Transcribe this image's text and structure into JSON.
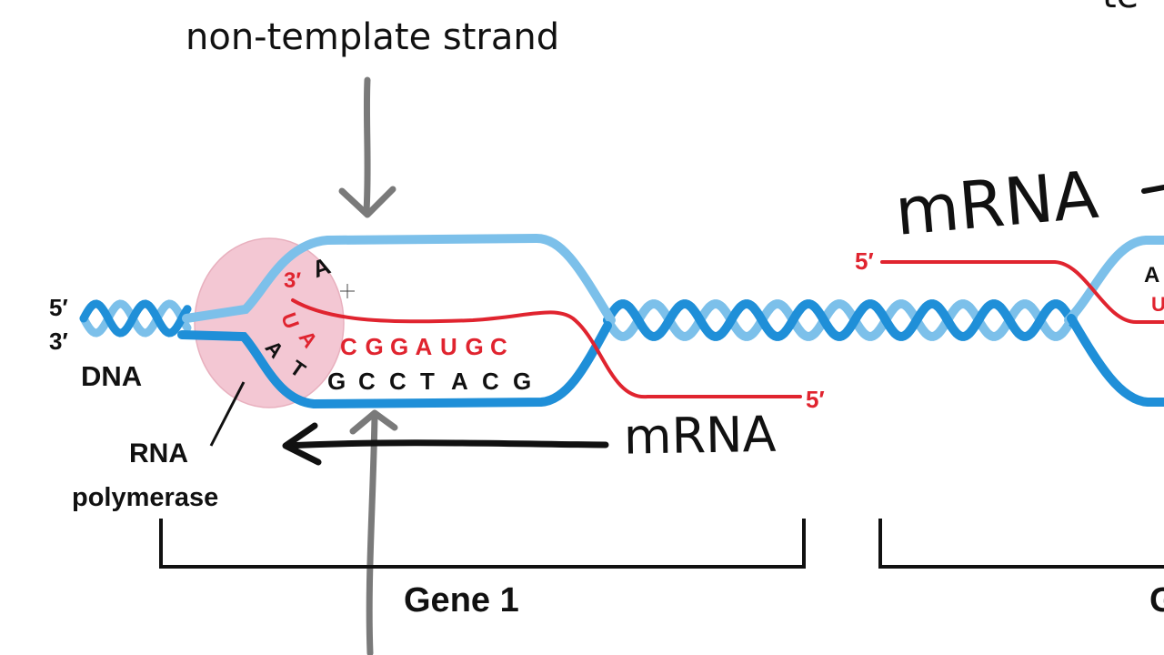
{
  "annotations": {
    "heading_line1": "non-template strand",
    "heading_partial_right": "te",
    "handwritten_mrna_top": "mRNA",
    "handwritten_mrna_bottom": "mRNA"
  },
  "labels": {
    "five_prime_left": "5′",
    "three_prime_left": "3′",
    "dna": "DNA",
    "rna": "RNA",
    "polymerase": "polymerase",
    "three_prime_rna": "3′",
    "five_prime_rna_end": "5′",
    "five_prime_right": "5′",
    "gene1": "Gene 1",
    "gene2_partial": "G",
    "right_partial_a": "A",
    "right_partial_u": "U"
  },
  "sequences": {
    "mrna_curve_letters": [
      "U",
      "A"
    ],
    "mrna_straight": [
      "C",
      "G",
      "G",
      "A",
      "U",
      "G",
      "C"
    ],
    "template_letters": [
      "G",
      "C",
      "C",
      "T",
      "A",
      "C",
      "G"
    ],
    "template_curve_letters": [
      "A",
      "T"
    ],
    "nontemplate_letter": "A"
  },
  "colors": {
    "dna_light": "#7cc0ea",
    "dna_dark": "#1f8fd8",
    "rna": "#e0242f",
    "polymerase_fill": "#f2c2cf",
    "arrow_gray": "#7a7a7a",
    "ink": "#111111"
  }
}
